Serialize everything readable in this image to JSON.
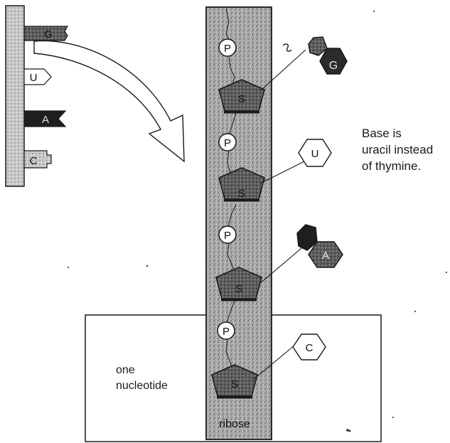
{
  "diagram": {
    "strand_bases": [
      "G",
      "U",
      "A",
      "C"
    ],
    "phosphate_label": "P",
    "sugar_label": "S",
    "nucleotide_bases": [
      "G",
      "U",
      "A",
      "C"
    ],
    "base_note_lines": [
      "Base is",
      "uracil instead",
      "of thymine."
    ],
    "nucleotide_label_lines": [
      "one",
      "nucleotide"
    ],
    "ribose_label": "ribose",
    "colors": {
      "stipple": "#9a9a9a",
      "stipple_dark": "#5a5a5a",
      "purine_fill": "#2b2b2b",
      "pyrimidine_fill": "#ffffff",
      "line": "#1a1a1a"
    }
  }
}
